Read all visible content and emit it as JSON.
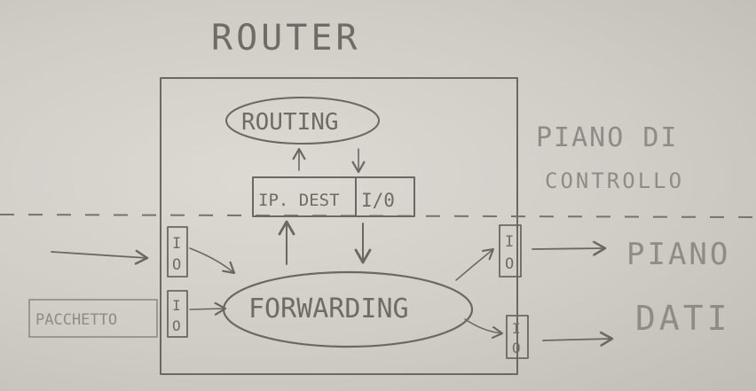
{
  "title": "ROUTER",
  "routing_label": "ROUTING",
  "table": {
    "left": "IP. DEST",
    "right": "I/0"
  },
  "forwarding_label": "FORWARDING",
  "packet_label": "PACCHETTO",
  "port_text": {
    "top": "I",
    "bottom": "O"
  },
  "control_plane": {
    "line1": "PIANO DI",
    "line2": "CONTROLLO"
  },
  "data_plane": {
    "line1": "PIANO",
    "line2": "DATI"
  },
  "colors": {
    "paper": "#cfcdc6",
    "pencil": "#6a6863"
  }
}
